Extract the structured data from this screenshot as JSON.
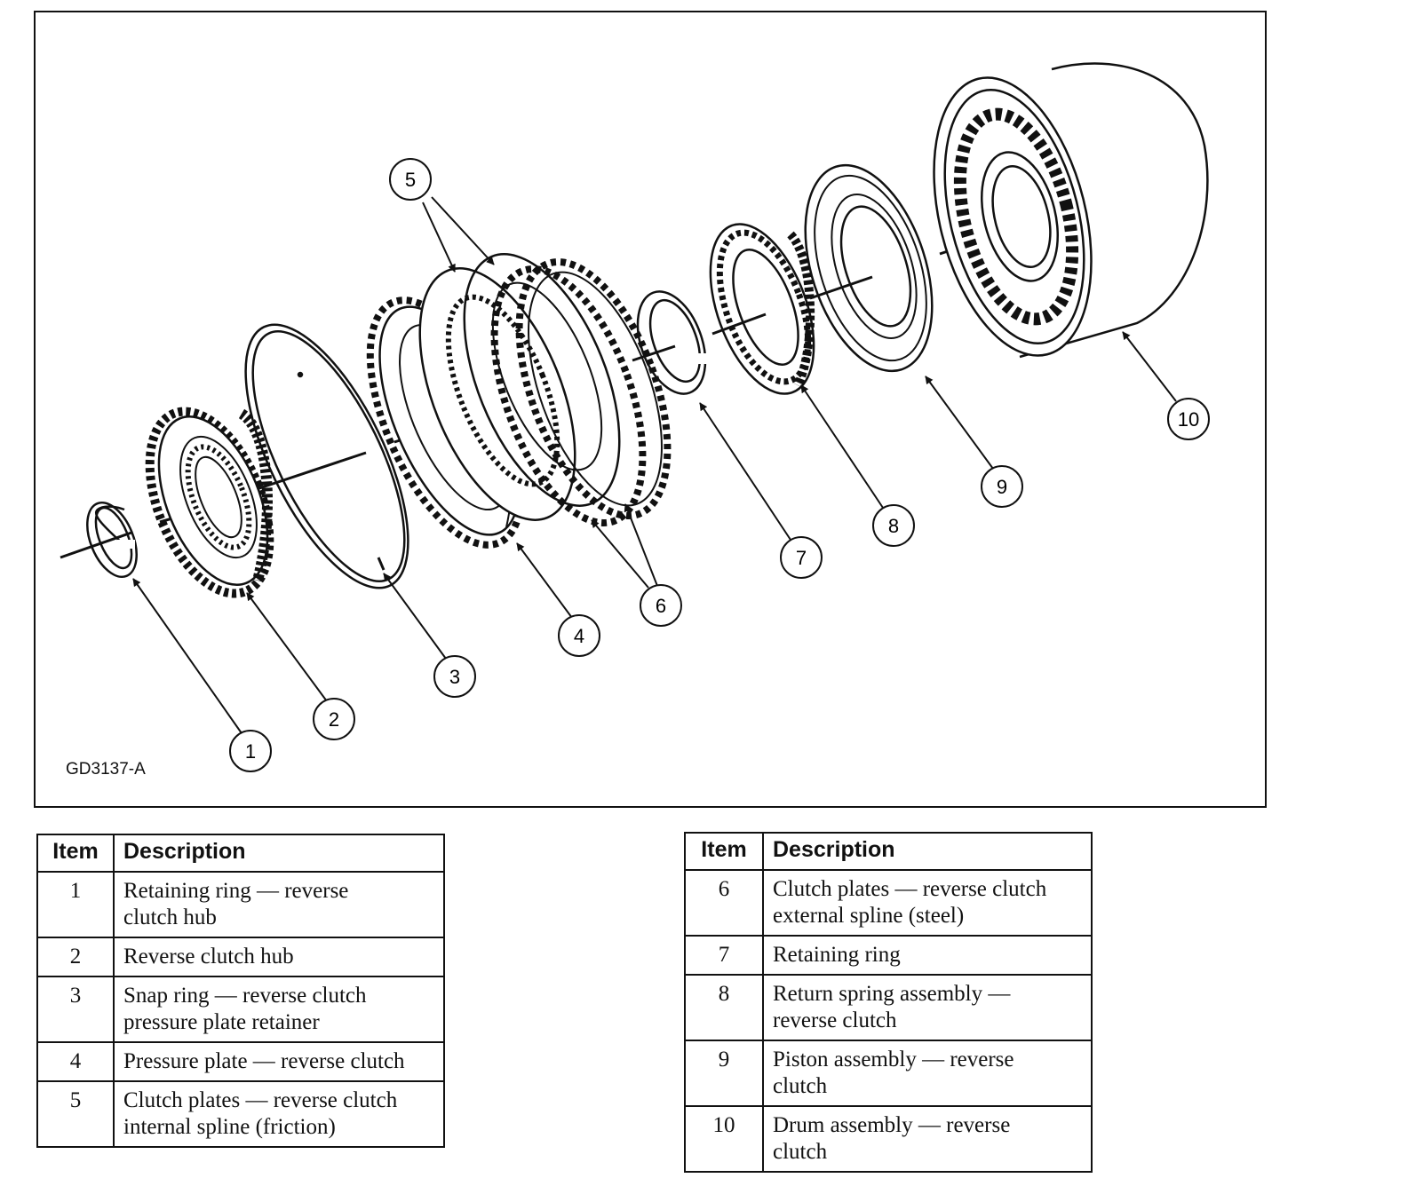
{
  "figure": {
    "code": "GD3137-A",
    "callouts": [
      "1",
      "2",
      "3",
      "4",
      "5",
      "6",
      "7",
      "8",
      "9",
      "10"
    ]
  },
  "legend": {
    "headers": {
      "item": "Item",
      "description": "Description"
    },
    "left": [
      {
        "item": "1",
        "lines": [
          "Retaining ring — reverse",
          "clutch hub"
        ]
      },
      {
        "item": "2",
        "lines": [
          "Reverse clutch hub"
        ]
      },
      {
        "item": "3",
        "lines": [
          "Snap ring — reverse clutch",
          "pressure plate retainer"
        ]
      },
      {
        "item": "4",
        "lines": [
          "Pressure plate — reverse clutch"
        ]
      },
      {
        "item": "5",
        "lines": [
          "Clutch plates — reverse clutch",
          "internal spline (friction)"
        ]
      }
    ],
    "right": [
      {
        "item": "6",
        "lines": [
          "Clutch plates — reverse clutch",
          "external spline (steel)"
        ]
      },
      {
        "item": "7",
        "lines": [
          "Retaining ring"
        ]
      },
      {
        "item": "8",
        "lines": [
          "Return spring assembly —",
          "reverse clutch"
        ]
      },
      {
        "item": "9",
        "lines": [
          "Piston assembly — reverse",
          "clutch"
        ]
      },
      {
        "item": "10",
        "lines": [
          "Drum assembly — reverse",
          "clutch"
        ]
      }
    ]
  }
}
